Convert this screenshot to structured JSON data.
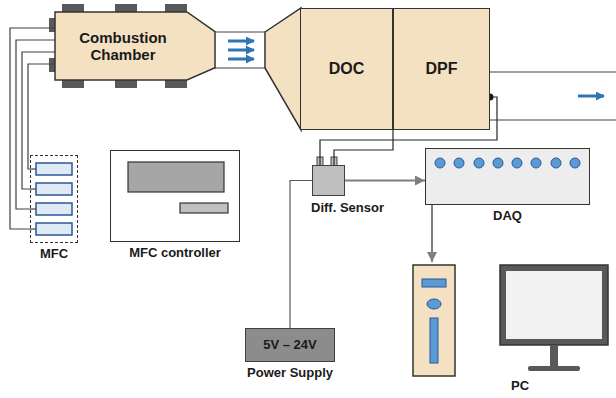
{
  "diagram": {
    "nodes": [
      {
        "text": [
          "Combustion Chamber"
        ]
      },
      {
        "text": [
          "DOC"
        ]
      },
      {
        "text": [
          "DPF"
        ]
      },
      {
        "text": [
          "MFC"
        ]
      },
      {
        "text": [
          "MFC controller"
        ]
      },
      {
        "text": [
          "Diff. Sensor"
        ]
      },
      {
        "text": [
          "DAQ"
        ]
      },
      {
        "text": [
          "5V – 24V",
          "Power Supply"
        ]
      },
      {
        "text": [
          "PC"
        ]
      }
    ],
    "edges": [
      {
        "from": 3,
        "to": 0,
        "arrow": "none"
      },
      {
        "from": 3,
        "to": 0,
        "arrow": "none"
      },
      {
        "from": 3,
        "to": 0,
        "arrow": "none"
      },
      {
        "from": 3,
        "to": 0,
        "arrow": "none"
      },
      {
        "from": 1,
        "to": 5,
        "arrow": "none"
      },
      {
        "from": 2,
        "to": 5,
        "arrow": "none"
      },
      {
        "from": 5,
        "to": 6,
        "arrow": "to"
      },
      {
        "from": 6,
        "to": 8,
        "arrow": "to"
      },
      {
        "from": 7,
        "to": 5,
        "arrow": "none"
      }
    ]
  }
}
